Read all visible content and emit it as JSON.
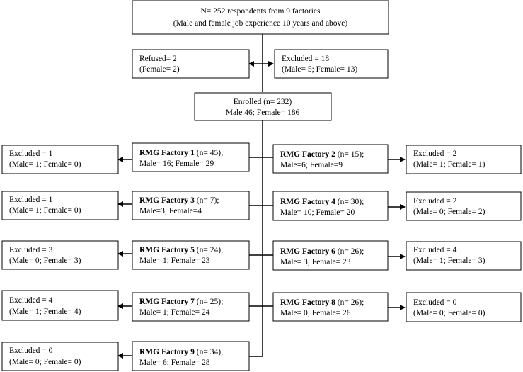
{
  "top": {
    "line1": "N= 252 respondents from 9 factories",
    "line2": "(Male and female job experience 10 years and above)"
  },
  "refused": {
    "line1": "Refused= 2",
    "line2": "(Female= 2)"
  },
  "excluded_top": {
    "line1": "Excluded = 18",
    "line2": "(Male= 5; Female= 13)"
  },
  "enrolled": {
    "line1": "Enrolled (n= 232)",
    "line2": "Male 46; Female= 186"
  },
  "factories": [
    {
      "name": "RMG Factory 1",
      "count": " (n= 45);",
      "gender": "Male= 16; Female= 29",
      "excl_line1": "Excluded = 1",
      "excl_line2": "(Male= 1; Female= 0)"
    },
    {
      "name": "RMG Factory 2",
      "count": " (n= 15);",
      "gender": "Male=6; Female=9",
      "excl_line1": "Excluded = 2",
      "excl_line2": "(Male= 1; Female= 1)"
    },
    {
      "name": "RMG Factory 3",
      "count": " (n= 7);",
      "gender": "Male=3; Female=4",
      "excl_line1": "Excluded = 1",
      "excl_line2": "(Male= 1; Female= 0)"
    },
    {
      "name": "RMG Factory 4",
      "count": " (n= 30);",
      "gender": "Male= 10; Female= 20",
      "excl_line1": "Excluded = 2",
      "excl_line2": "(Male= 0; Female= 2)"
    },
    {
      "name": "RMG Factory 5",
      "count": " (n= 24);",
      "gender": "Male= 1; Female= 23",
      "excl_line1": "Excluded = 3",
      "excl_line2": "(Male= 0; Female= 3)"
    },
    {
      "name": "RMG Factory 6",
      "count": " (n= 26);",
      "gender": "Male= 3; Female= 23",
      "excl_line1": "Excluded = 4",
      "excl_line2": "(Male= 1; Female= 3)"
    },
    {
      "name": "RMG Factory 7",
      "count": " (n= 25);",
      "gender": "Male= 1; Female= 24",
      "excl_line1": "Excluded = 4",
      "excl_line2": "(Male= 1; Female= 4)"
    },
    {
      "name": "RMG Factory 8",
      "count": " (n= 26);",
      "gender": "Male= 0; Female= 26",
      "excl_line1": "Excluded = 0",
      "excl_line2": "(Male= 0; Female= 0)"
    },
    {
      "name": "RMG Factory 9",
      "count": " (n= 34);",
      "gender": "Male= 6; Female= 28",
      "excl_line1": "Excluded = 0",
      "excl_line2": "(Male= 0; Female= 0)"
    }
  ]
}
